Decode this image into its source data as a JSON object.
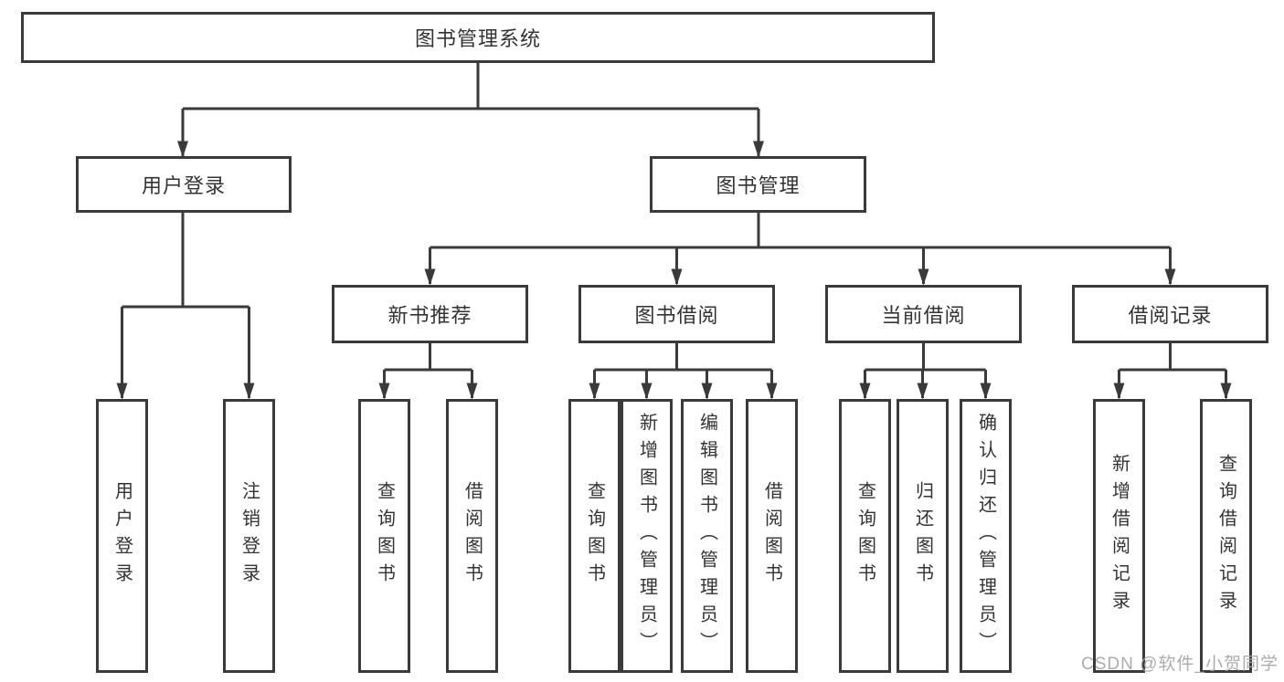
{
  "diagram": {
    "title": "图书管理系统",
    "root": "图书管理系统",
    "level2": {
      "user_login": "用户登录",
      "book_mgmt": "图书管理"
    },
    "level3": {
      "new_book": "新书推荐",
      "book_borrow": "图书借阅",
      "current_borrow": "当前借阅",
      "borrow_record": "借阅记录"
    },
    "leaves": {
      "user_login": [
        "用户登录",
        "注销登录"
      ],
      "new_book": [
        "查询图书",
        "借阅图书"
      ],
      "book_borrow": [
        "查询图书",
        "新增图书（管理员）",
        "编辑图书（管理员）",
        "借阅图书"
      ],
      "current_borrow": [
        "查询图书",
        "归还图书",
        "确认归还（管理员）"
      ],
      "borrow_record": [
        "新增借阅记录",
        "查询借阅记录"
      ]
    }
  },
  "watermark": "CSDN @软件_小贺同学",
  "colors": {
    "line": "#3a3a3a",
    "box_border": "#3a3a3a",
    "box_fill": "#ffffff",
    "text": "#333333",
    "watermark": "#a8a8a8"
  }
}
